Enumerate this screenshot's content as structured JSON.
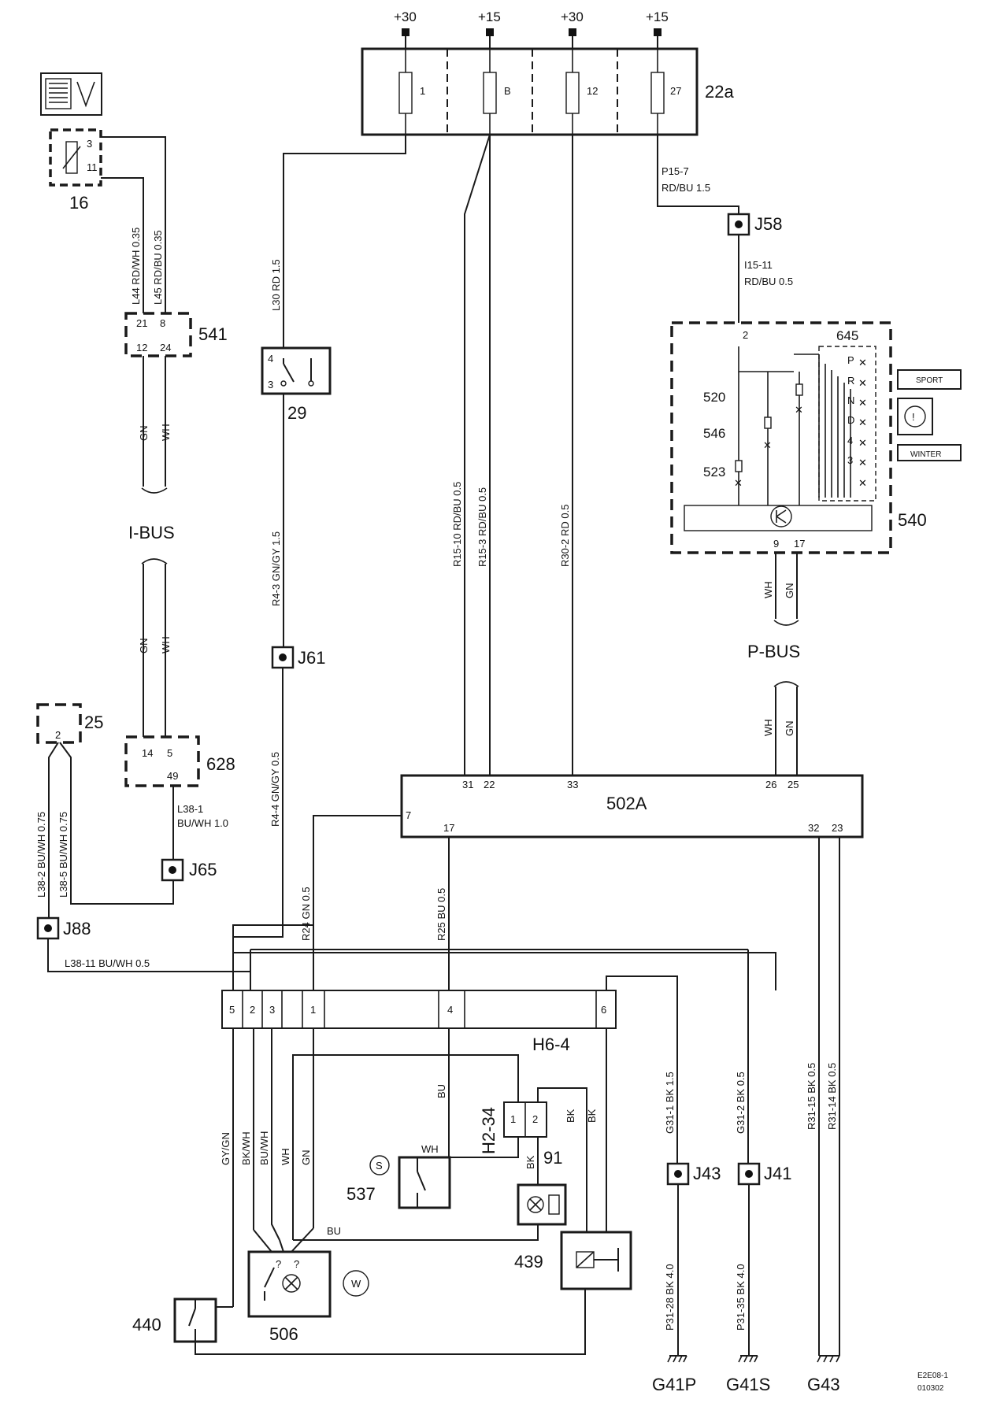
{
  "fusebox": {
    "id": "22a",
    "supplies": [
      "+30",
      "+15",
      "+30",
      "+15"
    ],
    "fuses": [
      "1",
      "B",
      "12",
      "27"
    ]
  },
  "components": {
    "c16": "16",
    "c541": "541",
    "c541_pins": [
      "21",
      "8",
      "12",
      "24"
    ],
    "c628": "628",
    "c628_pins": [
      "14",
      "5",
      "49"
    ],
    "c25": "25",
    "c25_pin": "2",
    "c29": "29",
    "c29_pins": [
      "4",
      "3"
    ],
    "c16_pins": [
      "3",
      "11"
    ],
    "c540": "540",
    "c540_pins": [
      "2",
      "9",
      "17"
    ],
    "c645": "645",
    "c520": "520",
    "c546": "546",
    "c523": "523",
    "gear_letters": [
      "P",
      "R",
      "N",
      "D",
      "4",
      "3"
    ],
    "sport": "SPORT",
    "winter": "WINTER",
    "c502a": "502A",
    "c502a_pins_top": [
      "31",
      "22",
      "33",
      "26",
      "25"
    ],
    "c502a_pins_bottom": [
      "7",
      "17",
      "32",
      "23"
    ],
    "h64": "H6-4",
    "h64_pins": [
      "5",
      "2",
      "3",
      "1",
      "4",
      "6"
    ],
    "h234": "H2-34",
    "h234_pins": [
      "1",
      "2"
    ],
    "c91": "91",
    "c537": "537",
    "c439": "439",
    "c440": "440",
    "c506": "506",
    "c506_pins": [
      "?",
      "?"
    ],
    "s_symbol": "S",
    "w_symbol": "W"
  },
  "splices": [
    "J58",
    "J61",
    "J65",
    "J88",
    "J43",
    "J41"
  ],
  "buses": [
    "I-BUS",
    "P-BUS"
  ],
  "grounds": [
    "G41P",
    "G41S",
    "G43"
  ],
  "wire_labels": {
    "l44": "L44  RD/WH  0.35",
    "l45": "L45  RD/BU  0.35",
    "l30": "L30   RD   1.5",
    "r43": "R4-3   GN/GY   1.5",
    "r44": "R4-4   GN/GY   0.5",
    "r1510": "R15-10   RD/BU   0.5",
    "r153": "R15-3   RD/BU   0.5",
    "r302": "R30-2   RD   0.5",
    "p157": "P15-7",
    "p157b": "RD/BU  1.5",
    "i1511": "I15-11",
    "i1511b": "RD/BU  0.5",
    "gn": "GN",
    "wh": "WH",
    "l381": "L38-1",
    "l381b": "BU/WH  1.0",
    "l382": "L38-2   BU/WH   0.75",
    "l385": "L38-5   BU/WH   0.75",
    "l3811": "L38-11   BU/WH     0.5",
    "r24": "R24   GN   0.5",
    "r25": "R25   BU   0.5",
    "g311": "G31-1   BK   1.5",
    "g312": "G31-2   BK   0.5",
    "r3115": "R31-15   BK   0.5",
    "r3114": "R31-14   BK   0.5",
    "p3128": "P31-28   BK   4.0",
    "p3135": "P31-35   BK   4.0",
    "gygn": "GY/GN",
    "bkwh": "BK/WH",
    "buwh": "BU/WH",
    "bu": "BU",
    "bk": "BK"
  },
  "footer": [
    "E2E08-1",
    "010302"
  ]
}
